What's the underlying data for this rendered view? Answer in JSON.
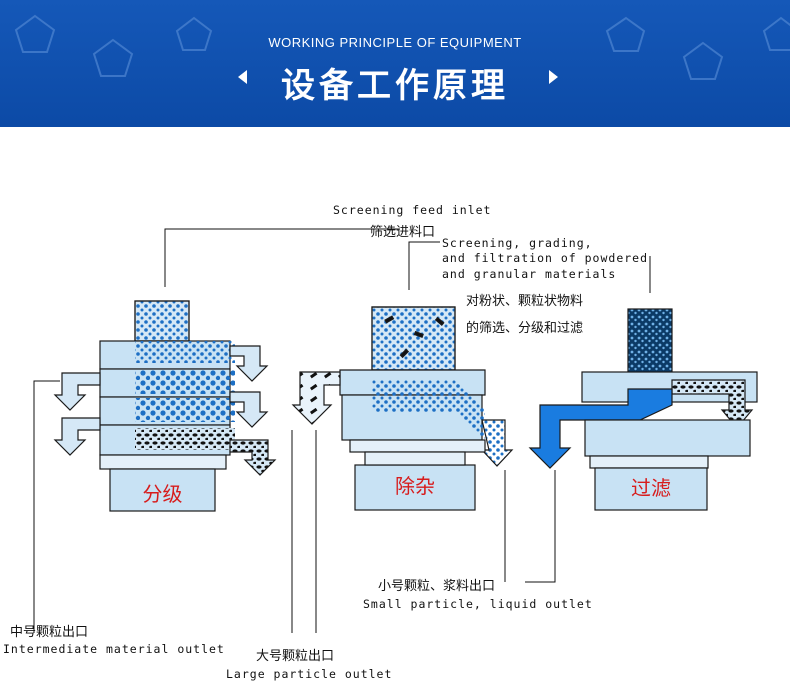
{
  "header": {
    "subtitle": "WORKING PRINCIPLE OF EQUIPMENT",
    "title": "设备工作原理"
  },
  "labels": {
    "feed_inlet_en": "Screening feed inlet",
    "feed_inlet_cn": "筛选进料口",
    "function_en_1": "Screening, grading,",
    "function_en_2": "and filtration of powdered",
    "function_en_3": "and granular materials",
    "function_cn_1": "对粉状、颗粒状物料",
    "function_cn_2": "的筛选、分级和过滤",
    "small_outlet_cn": "小号颗粒、浆料出口",
    "small_outlet_en": "Small particle, liquid outlet",
    "mid_outlet_cn": "中号颗粒出口",
    "mid_outlet_en": "Intermediate material outlet",
    "large_outlet_cn": "大号颗粒出口",
    "large_outlet_en": "Large particle outlet"
  },
  "stages": [
    {
      "name": "分级"
    },
    {
      "name": "除杂"
    },
    {
      "name": "过滤"
    }
  ],
  "colors": {
    "banner": "#0c4aa6",
    "machine_body": "#c8e2f4",
    "machine_outline": "#1a1a1a",
    "particle": "#1d6fc4",
    "accent_text": "#d71c1c",
    "liquid": "#1a7ce0"
  }
}
